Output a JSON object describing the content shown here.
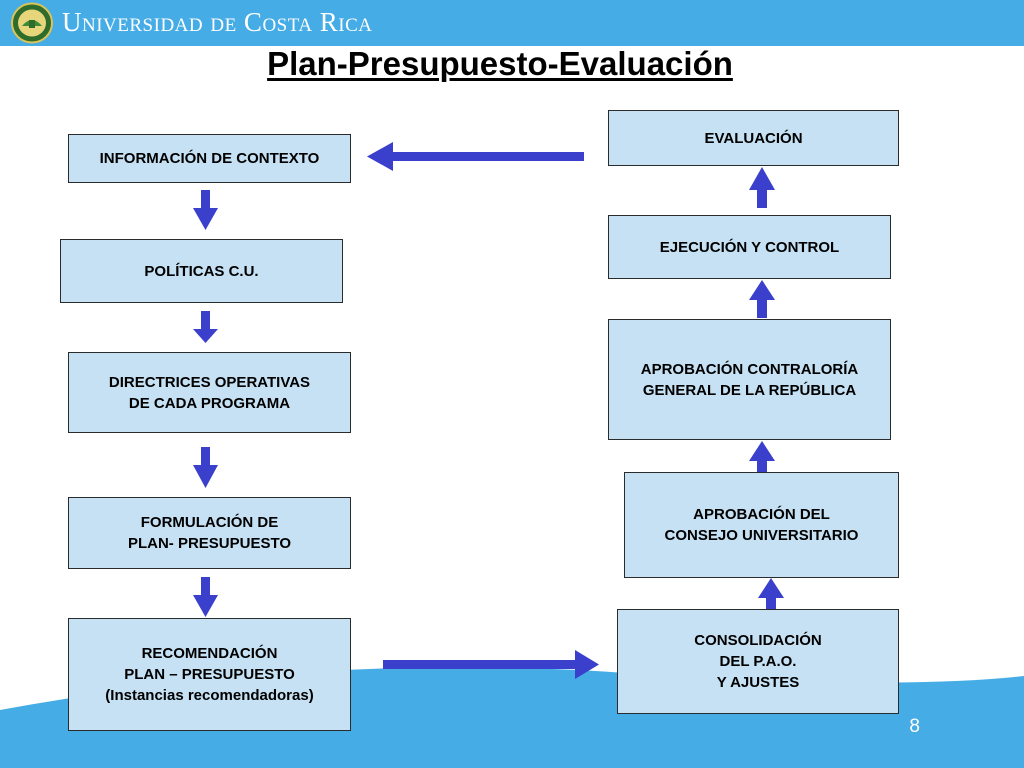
{
  "header": {
    "brand": "Universidad de Costa Rica",
    "logo_icon": "ucr-seal-icon",
    "background_color": "#45ACE6"
  },
  "title": "Plan-Presupuesto-Evaluación",
  "boxes": {
    "informacion_contexto": "INFORMACIÓN DE CONTEXTO",
    "politicas": "POLÍTICAS C.U.",
    "directrices": "DIRECTRICES OPERATIVAS\nDE CADA PROGRAMA",
    "formulacion": "FORMULACIÓN DE\nPLAN- PRESUPUESTO",
    "recomendacion": "RECOMENDACIÓN\nPLAN – PRESUPUESTO\n(Instancias recomendadoras)",
    "evaluacion": "EVALUACIÓN",
    "ejecucion": "EJECUCIÓN Y CONTROL",
    "aprobacion_contraloria": "APROBACIÓN CONTRALORÍA\nGENERAL DE LA REPÚBLICA",
    "aprobacion_consejo": "APROBACIÓN  DEL\nCONSEJO  UNIVERSITARIO",
    "consolidacion": "CONSOLIDACIÓN\nDEL P.A.O.\nY AJUSTES"
  },
  "colors": {
    "box_fill": "#C5E1F3",
    "arrow": "#3A3FCC",
    "accent_blue": "#45ACE6"
  },
  "page_number": "8"
}
